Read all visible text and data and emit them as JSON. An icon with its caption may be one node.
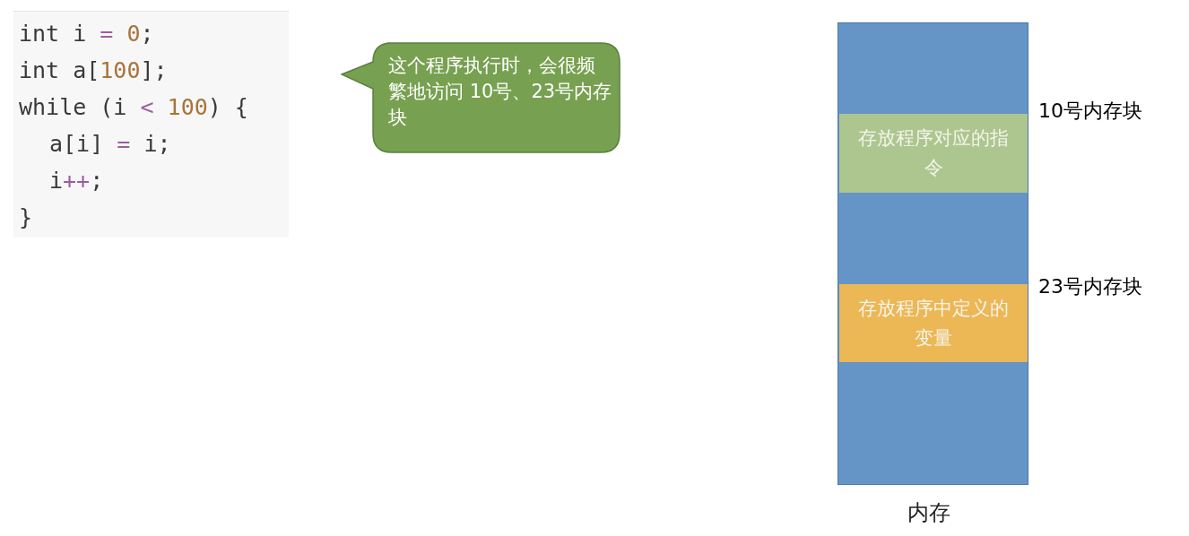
{
  "diagram": {
    "nodes": [
      {
        "text": [
          "int i = 0;",
          "int a[100];",
          "while (i < 100) {",
          "a[i] = i;",
          "i++;",
          "}"
        ]
      },
      {
        "text": [
          "这个程序执行时，会很频繁地访问 10号、23号内存块"
        ]
      },
      {
        "text": [
          "内存"
        ]
      },
      {
        "text": [
          "存放程序对应的指令"
        ],
        "in": 2,
        "beside": [
          "10号内存块"
        ]
      },
      {
        "text": [
          "存放程序中定义的变量"
        ],
        "in": 2,
        "beside": [
          "23号内存块"
        ]
      }
    ]
  }
}
